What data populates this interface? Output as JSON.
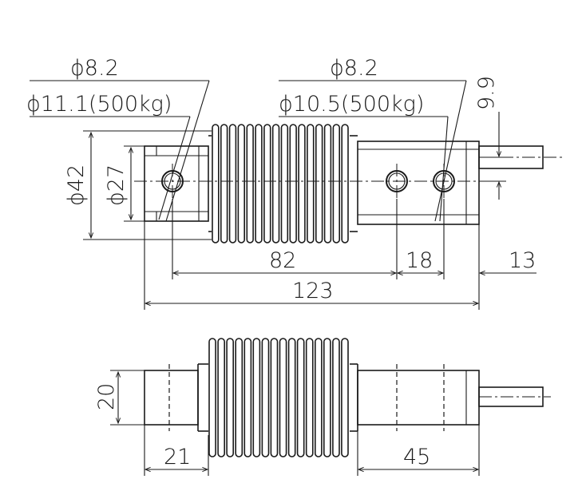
{
  "labels": {
    "left_hole_small": "ϕ8.2",
    "left_hole_large": "ϕ11.1(500kg)",
    "right_hole_small": "ϕ8.2",
    "right_hole_large": "ϕ10.5(500kg)",
    "cable_dia": "9.9",
    "outer_height": "ϕ42",
    "inner_height": "ϕ27",
    "dim_82": "82",
    "dim_18": "18",
    "dim_13": "13",
    "dim_123": "123",
    "side_height": "20",
    "side_21": "21",
    "side_45": "45"
  }
}
